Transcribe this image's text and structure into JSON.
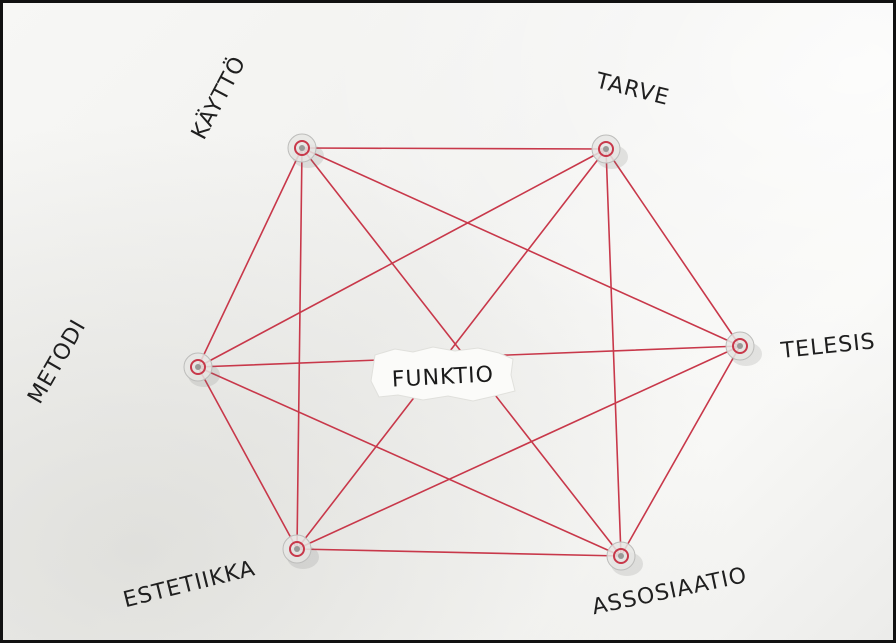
{
  "diagram": {
    "center_label": "FUNKTIO",
    "nodes": [
      {
        "id": "kaytto",
        "label": "KÄYTTÖ"
      },
      {
        "id": "tarve",
        "label": "TARVE"
      },
      {
        "id": "telesis",
        "label": "TELESIS"
      },
      {
        "id": "assosiaatio",
        "label": "ASSOSIAATIO"
      },
      {
        "id": "estetiikka",
        "label": "ESTETIIKKA"
      },
      {
        "id": "metodi",
        "label": "METODI"
      }
    ],
    "string_color": "#c8384a",
    "pin_color": "#d9d9d9"
  }
}
